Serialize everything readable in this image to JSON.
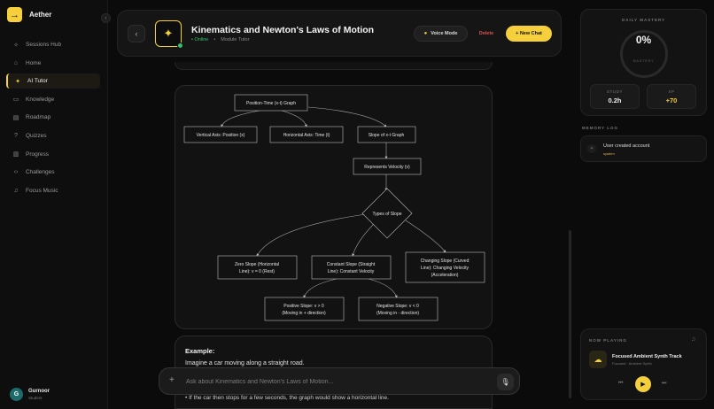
{
  "app": {
    "name": "Aether",
    "logo_glyph": "→"
  },
  "sidebar": {
    "items": [
      {
        "label": "Sessions Hub",
        "icon": "sparkle-icon",
        "glyph": "✧"
      },
      {
        "label": "Home",
        "icon": "home-icon",
        "glyph": "⌂"
      },
      {
        "label": "AI Tutor",
        "icon": "sparkle-icon",
        "glyph": "✦"
      },
      {
        "label": "Knowledge",
        "icon": "book-icon",
        "glyph": "▭"
      },
      {
        "label": "Roadmap",
        "icon": "map-icon",
        "glyph": "▤"
      },
      {
        "label": "Quizzes",
        "icon": "help-icon",
        "glyph": "?"
      },
      {
        "label": "Progress",
        "icon": "chart-icon",
        "glyph": "▥"
      },
      {
        "label": "Challenges",
        "icon": "code-icon",
        "glyph": "‹›"
      },
      {
        "label": "Focus Music",
        "icon": "music-icon",
        "glyph": "♫"
      }
    ],
    "active_index": 2,
    "user": {
      "initial": "G",
      "name": "Gurnoor",
      "role": "Student"
    }
  },
  "header": {
    "title": "Kinematics and Newton's Laws of Motion",
    "status": "• Online",
    "subtitle": "Module Tutor",
    "voice_label": "Voice Mode",
    "delete_label": "Delete",
    "new_chat_label": "+ New Chat"
  },
  "diagram": {
    "nodes": {
      "root": "Position-Time (x-t) Graph",
      "vaxis": "Vertical Axis: Position (x)",
      "haxis": "Horizontal Axis: Time (t)",
      "slope": "Slope of x-t Graph",
      "velocity": "Represents Velocity (v)",
      "types": "Types of Slope",
      "zero1": "Zero Slope (Horizontal",
      "zero2": "Line): v = 0 (Rest)",
      "const1": "Constant Slope (Straight",
      "const2": "Line): Constant Velocity",
      "curve1": "Changing Slope (Curved",
      "curve2": "Line): Changing Velocity",
      "curve3": "(Acceleration)",
      "pos1": "Positive Slope: v > 0",
      "pos2": "(Moving in + direction)",
      "neg1": "Negative Slope: v < 0",
      "neg2": "(Moving in - direction)"
    }
  },
  "example": {
    "title": "Example:",
    "line1": "Imagine a car moving along a straight road.",
    "bullet": "If the car then stops for a few seconds, the graph would show a horizontal line."
  },
  "chat": {
    "placeholder": "Ask about Kinematics and Newton's Laws of Motion..."
  },
  "right_panel": {
    "mastery": {
      "label": "DAILY MASTERY",
      "percent": "0%",
      "sub": "MASTERY"
    },
    "stats": [
      {
        "label": "STUDY",
        "value": "0.2h"
      },
      {
        "label": "XP",
        "value": "+70"
      }
    ],
    "memory": {
      "title": "MEMORY LOG",
      "text": "User created account",
      "tag": "system"
    },
    "player": {
      "label": "NOW PLAYING",
      "track": "Focused Ambient Synth Track",
      "sub": "Focused · Ambient Synth"
    }
  },
  "colors": {
    "accent": "#f5cf3c",
    "online": "#30c26a",
    "danger": "#d9534f"
  }
}
